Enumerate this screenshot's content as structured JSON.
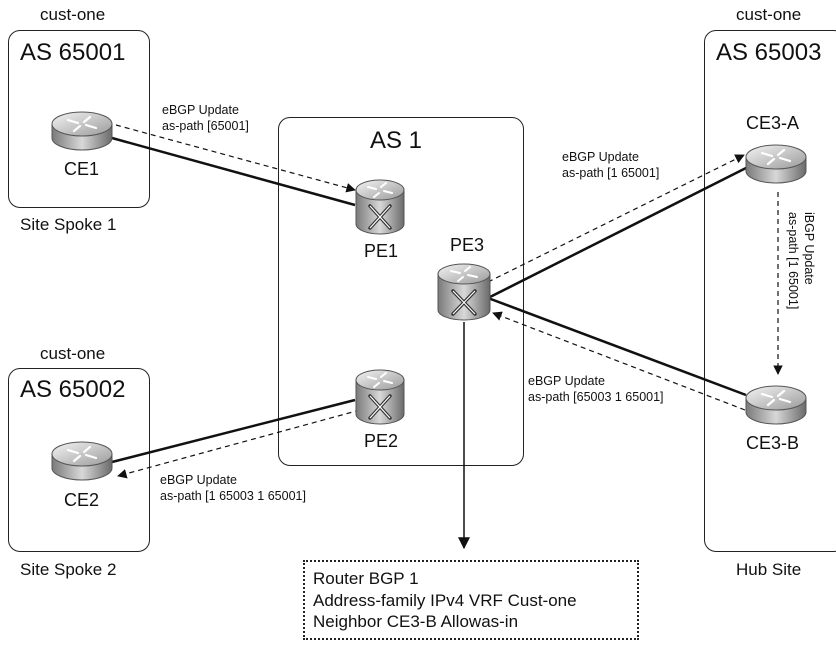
{
  "spoke1": {
    "customer": "cust-one",
    "as_name": "AS 65001",
    "router": "CE1",
    "site": "Site Spoke 1"
  },
  "spoke2": {
    "customer": "cust-one",
    "as_name": "AS 65002",
    "router": "CE2",
    "site": "Site Spoke 2"
  },
  "hub": {
    "customer": "cust-one",
    "as_name": "AS 65003",
    "router_a": "CE3-A",
    "router_b": "CE3-B",
    "site": "Hub Site"
  },
  "provider": {
    "as_name": "AS 1",
    "pe1": "PE1",
    "pe2": "PE2",
    "pe3": "PE3"
  },
  "updates": {
    "ce1_to_pe1": {
      "title": "eBGP Update",
      "path": "as-path [65001]"
    },
    "pe3_to_ce3a": {
      "title": "eBGP Update",
      "path": "as-path [1 65001]"
    },
    "ce3a_to_ce3b": {
      "title": "iBGP Update",
      "path": "as-path [1 65001]"
    },
    "ce3b_to_pe3": {
      "title": "eBGP Update",
      "path": "as-path [65003 1 65001]"
    },
    "pe2_to_ce2": {
      "title": "eBGP Update",
      "path": "as-path [1 65003 1 65001]"
    }
  },
  "config_note": {
    "line1": "Router BGP 1",
    "line2": "Address-family IPv4 VRF Cust-one",
    "line3": "Neighbor CE3-B Allowas-in"
  }
}
